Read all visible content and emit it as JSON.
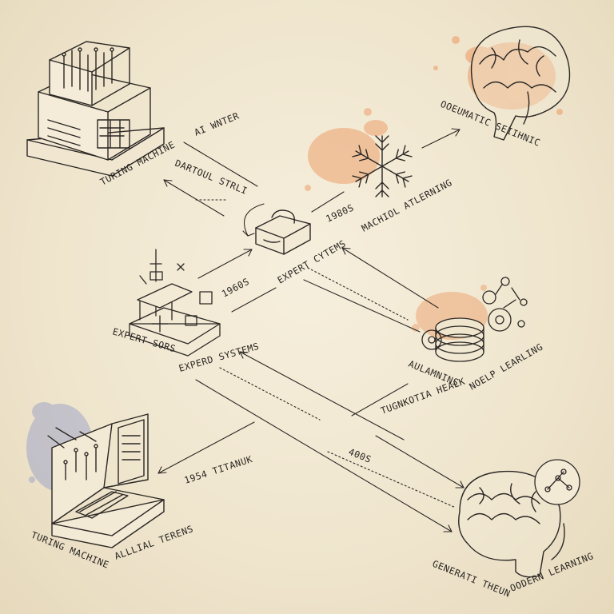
{
  "labels": {
    "turing_machine_top": "TURING MACHINE",
    "ai_winter": "AI WNTER",
    "dartmouth": "DARTOUL STRLI",
    "year_1980s": "1980S",
    "machine_learning": "MACHIOL ATLERNING",
    "semantic_top": "OOEUMATIC SEIIHNIC",
    "year_1960s": "1960S",
    "expert_systems_mid": "EXPERT CYTEMS",
    "expert_sors": "EXPERT SORS",
    "expert_systems_low": "EXPERD SYSTEMS",
    "automations": "AULAMNINS",
    "deep_learning": "NOELP LEARLING",
    "neural_network": "TUGNKOTIA HEALK",
    "year_1954": "1954 TITANUK",
    "year_2000s": "400S",
    "turing_machine_bottom": "TURING MACHINE",
    "alluring_terms": "ALLLIAL TERENS",
    "generative": "GENERATI THEUN",
    "modern_learning": "OODERN LEARNING"
  },
  "colors": {
    "paper": "#efe5cd",
    "ink": "#2b2724",
    "orange_splash": "#ec9a63",
    "blue_splash": "#9aa0c8"
  },
  "icons": [
    "computer-cabinet-icon",
    "snowflake-icon",
    "brain-icon",
    "vr-headset-icon",
    "circuit-board-icon",
    "gears-icon",
    "laptop-icon",
    "brain-head-icon",
    "network-thought-icon"
  ]
}
